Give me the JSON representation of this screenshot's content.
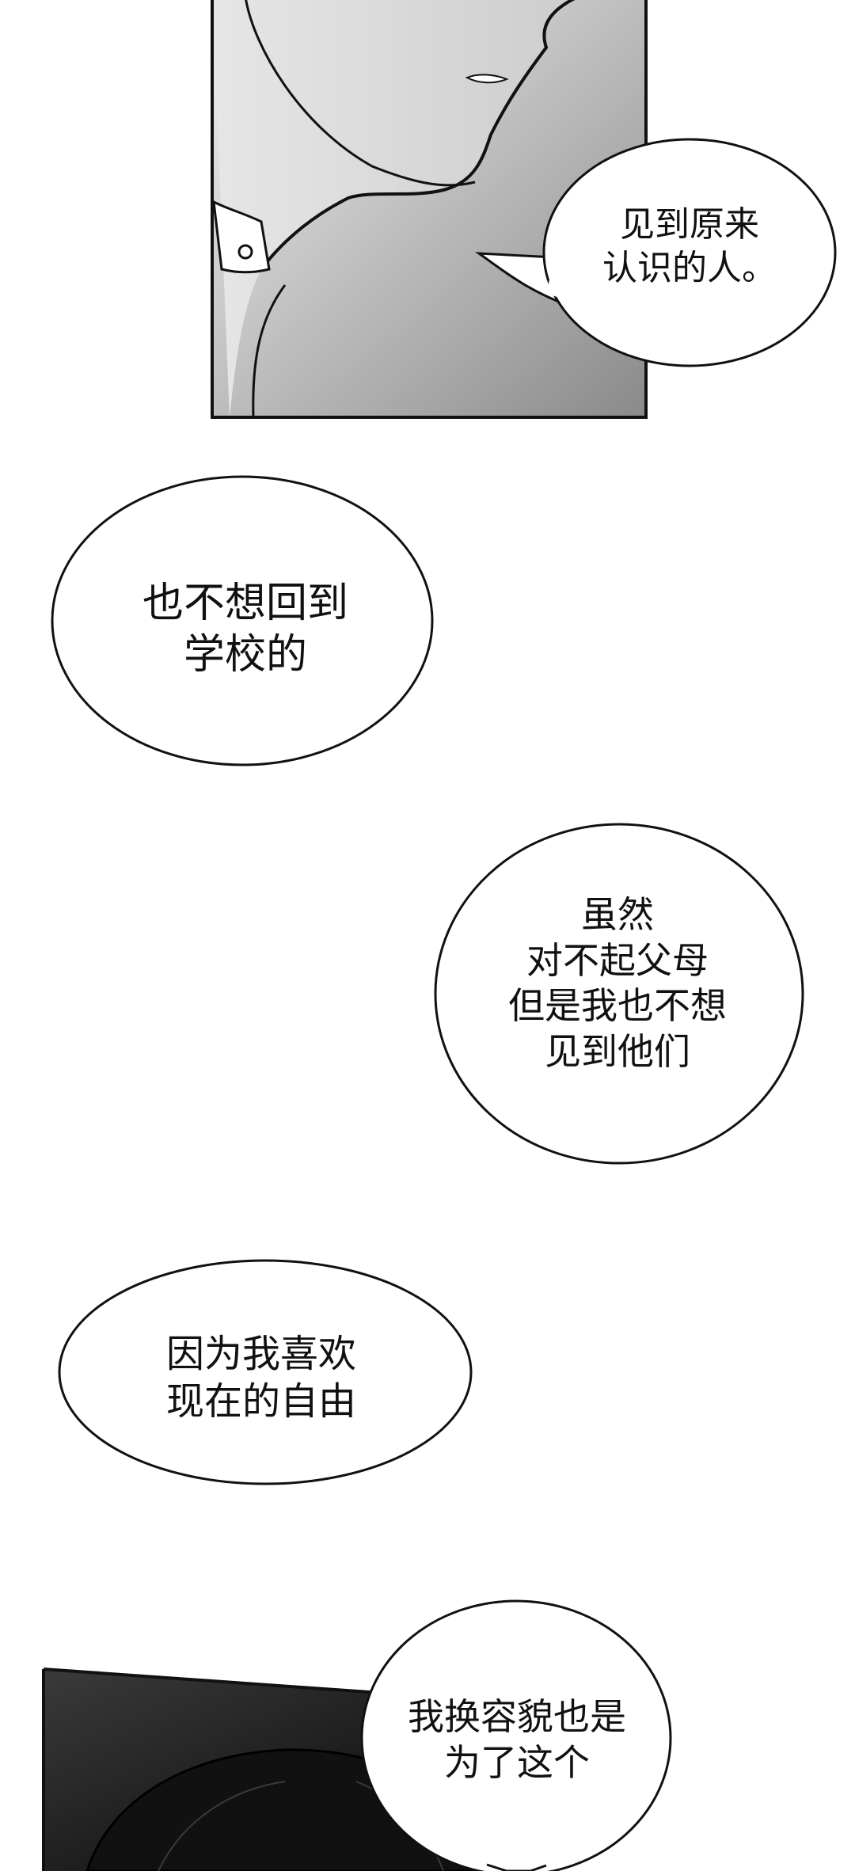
{
  "page": {
    "background": "#ffffff",
    "ink_color": "#111111"
  },
  "panels": {
    "top_panel": {
      "description_icon": "man-profile-art",
      "shading_color": "#9a9a9a"
    },
    "bottom_panel": {
      "description_icon": "dark-hair-art",
      "shading_color": "#1a1a1a"
    }
  },
  "bubbles": {
    "bubble_1": {
      "lines": [
        "见到原来",
        "认识的人。"
      ]
    },
    "bubble_2": {
      "lines": [
        "也不想回到",
        "学校的"
      ]
    },
    "bubble_3": {
      "lines": [
        "虽然",
        "对不起父母",
        "但是我也不想",
        "见到他们"
      ]
    },
    "bubble_4": {
      "lines": [
        "因为我喜欢",
        "现在的自由"
      ]
    },
    "bubble_5": {
      "lines": [
        "我换容貌也是",
        "为了这个"
      ]
    }
  }
}
